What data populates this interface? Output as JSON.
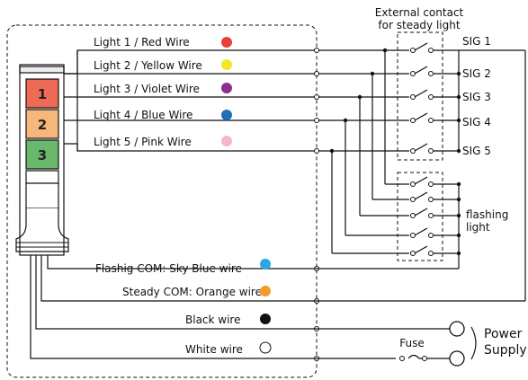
{
  "wires": [
    {
      "label": "Light 1 / Red Wire",
      "color": "#e8413a"
    },
    {
      "label": "Light 2 / Yellow Wire",
      "color": "#f2e628"
    },
    {
      "label": "Light 3 / Violet Wire",
      "color": "#8e2c91"
    },
    {
      "label": "Light 4 / Blue Wire",
      "color": "#1f6fb8"
    },
    {
      "label": "Light 5 / Pink Wire",
      "color": "#f6b6cf"
    }
  ],
  "commons": [
    {
      "label": "Flashig COM: Sky Blue wire",
      "color": "#2aa6e0"
    },
    {
      "label": "Steady COM: Orange wire",
      "color": "#f39a2a"
    },
    {
      "label": "Black wire",
      "color": "#111111"
    },
    {
      "label": "White wire",
      "color": "#ffffff"
    }
  ],
  "signals": [
    "SIG 1",
    "SIG 2",
    "SIG 3",
    "SIG 4",
    "SIG 5"
  ],
  "external_contact": [
    "External contact",
    "for steady light"
  ],
  "flashing_label": [
    "flashing",
    "light"
  ],
  "fuse_label": "Fuse",
  "power_supply": [
    "Power",
    "Supply"
  ],
  "tower_lamps": [
    {
      "num": "1",
      "color": "#ef6a55"
    },
    {
      "num": "2",
      "color": "#f7b77a"
    },
    {
      "num": "3",
      "color": "#69b86b"
    }
  ]
}
